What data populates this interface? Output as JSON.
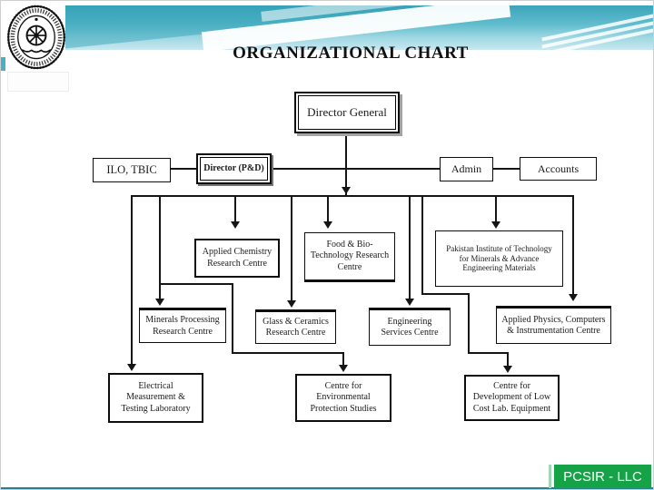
{
  "slide": {
    "title": "ORGANIZATIONAL CHART",
    "badge": "PCSIR - LLC",
    "logo": "pcsir-circular-seal"
  },
  "colors": {
    "ribbon_teal": "#3da4ba",
    "ribbon_light": "#c9e8f0",
    "badge_green": "#16a348",
    "footer_line_teal": "#27808f",
    "connector_black": "#151515"
  },
  "org_chart": {
    "nodes": [
      {
        "id": "director-general",
        "label": "Director General",
        "level": 1,
        "style": "double-border"
      },
      {
        "id": "ilo-tbic",
        "label": "ILO, TBIC",
        "level": 2,
        "style": "plain"
      },
      {
        "id": "director-pd",
        "label": "Director (P&D)",
        "level": 2,
        "style": "double-border-bold"
      },
      {
        "id": "admin",
        "label": "Admin",
        "level": 2,
        "style": "plain"
      },
      {
        "id": "accounts",
        "label": "Accounts",
        "level": 2,
        "style": "plain"
      },
      {
        "id": "applied-chemistry",
        "label": "Applied Chemistry\nResearch Centre",
        "level": 3,
        "style": "plain"
      },
      {
        "id": "food-bio-technology",
        "label": "Food & Bio-\nTechnology Research\nCentre",
        "level": 3,
        "style": "plain"
      },
      {
        "id": "pakistan-institute",
        "label": "Pakistan Institute of Technology\nfor Minerals & Advance\nEngineering Materials",
        "level": 3,
        "style": "plain"
      },
      {
        "id": "minerals-processing",
        "label": "Minerals Processing\nResearch Centre",
        "level": 4,
        "style": "plain"
      },
      {
        "id": "glass-ceramics",
        "label": "Glass & Ceramics\nResearch Centre",
        "level": 4,
        "style": "plain"
      },
      {
        "id": "engineering-services",
        "label": "Engineering\nServices Centre",
        "level": 4,
        "style": "plain"
      },
      {
        "id": "applied-physics",
        "label": "Applied Physics, Computers\n& Instrumentation Centre",
        "level": 4,
        "style": "plain"
      },
      {
        "id": "electrical-measurement",
        "label": "Electrical\nMeasurement &\nTesting Laboratory",
        "level": 5,
        "style": "plain"
      },
      {
        "id": "environmental-protection",
        "label": "Centre for\nEnvironmental\nProtection Studies",
        "level": 5,
        "style": "plain"
      },
      {
        "id": "low-cost-lab-equipment",
        "label": "Centre for\nDevelopment of Low\nCost Lab. Equipment",
        "level": 5,
        "style": "plain"
      }
    ],
    "edges": [
      {
        "from": "director-general",
        "to": "departments-bus",
        "arrow": true
      },
      {
        "from": "ilo-tbic",
        "to": "director-pd",
        "arrow": false
      },
      {
        "from": "director-pd",
        "to": "admin",
        "arrow": false
      },
      {
        "from": "admin",
        "to": "accounts",
        "arrow": false
      },
      {
        "from": "departments-bus",
        "to": "electrical-measurement",
        "arrow": true
      },
      {
        "from": "departments-bus",
        "to": "minerals-processing",
        "arrow": true
      },
      {
        "from": "departments-bus",
        "to": "applied-chemistry",
        "arrow": true
      },
      {
        "from": "departments-bus",
        "to": "glass-ceramics",
        "arrow": true
      },
      {
        "from": "departments-bus",
        "to": "food-bio-technology",
        "arrow": true
      },
      {
        "from": "departments-bus",
        "to": "engineering-services",
        "arrow": true
      },
      {
        "from": "departments-bus",
        "to": "pakistan-institute",
        "arrow": true
      },
      {
        "from": "departments-bus",
        "to": "applied-physics",
        "arrow": true
      },
      {
        "from": "departments-bus",
        "to": "environmental-protection",
        "arrow": true
      },
      {
        "from": "departments-bus",
        "to": "low-cost-lab-equipment",
        "arrow": true
      }
    ]
  }
}
